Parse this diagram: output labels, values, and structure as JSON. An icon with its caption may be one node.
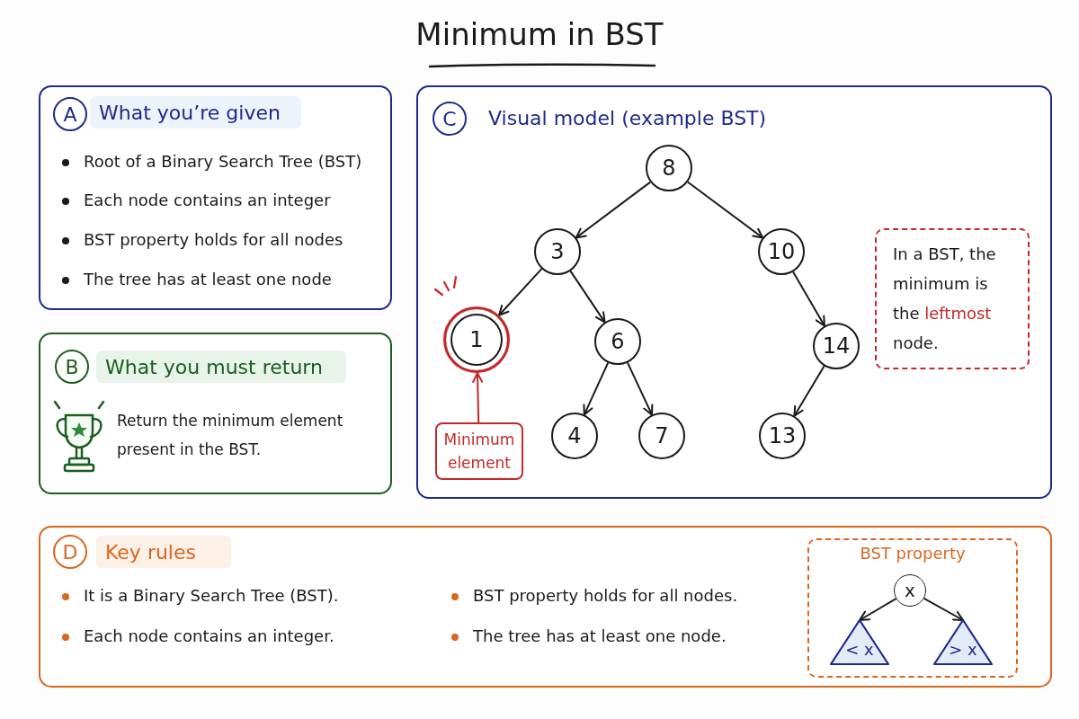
{
  "diagram": {
    "title": "Minimum in BST",
    "nodes": [
      {
        "text": [
          "What you’re given",
          "Root of a Binary Search Tree (BST)",
          "Each node contains an integer",
          "BST property holds for all nodes",
          "The tree has at least one node"
        ]
      },
      {
        "text": [
          "A"
        ],
        "in": 0
      },
      {
        "text": [
          "What you must return",
          "Return the minimum element present in the BST."
        ]
      },
      {
        "text": [
          "B"
        ],
        "in": 2
      },
      {
        "text": [
          "Visual model (example BST)"
        ]
      },
      {
        "text": [
          "C"
        ],
        "in": 4
      },
      {
        "text": [
          "8"
        ],
        "in": 4
      },
      {
        "text": [
          "3"
        ],
        "in": 4
      },
      {
        "text": [
          "10"
        ],
        "in": 4
      },
      {
        "text": [
          "1"
        ],
        "in": 4
      },
      {
        "text": [
          "6"
        ],
        "in": 4
      },
      {
        "text": [
          "14"
        ],
        "in": 4
      },
      {
        "text": [
          "4"
        ],
        "in": 4
      },
      {
        "text": [
          "7"
        ],
        "in": 4
      },
      {
        "text": [
          "13"
        ],
        "in": 4
      },
      {
        "text": [
          "Minimum element"
        ],
        "in": 4
      },
      {
        "text": [
          "In a BST, the minimum is the **leftmost** node."
        ],
        "in": 4
      },
      {
        "text": [
          "Key rules",
          "It is a Binary Search Tree (BST).",
          "Each node contains an integer.",
          "BST property holds for all nodes.",
          "The tree has at least one node."
        ]
      },
      {
        "text": [
          "D"
        ],
        "in": 17
      },
      {
        "text": [
          "BST property"
        ],
        "in": 17
      },
      {
        "text": [
          "x"
        ],
        "in": 19
      },
      {
        "text": [
          "< x"
        ],
        "in": 19
      },
      {
        "text": [
          "> x"
        ],
        "in": 19
      }
    ],
    "edges": [
      {
        "from": 6,
        "to": 7,
        "arrow": "to"
      },
      {
        "from": 6,
        "to": 8,
        "arrow": "to"
      },
      {
        "from": 7,
        "to": 9,
        "arrow": "to"
      },
      {
        "from": 7,
        "to": 10,
        "arrow": "to"
      },
      {
        "from": 8,
        "to": 11,
        "arrow": "to"
      },
      {
        "from": 10,
        "to": 12,
        "arrow": "to"
      },
      {
        "from": 10,
        "to": 13,
        "arrow": "to"
      },
      {
        "from": 11,
        "to": 14,
        "arrow": "to"
      },
      {
        "from": 15,
        "to": 9,
        "arrow": "to",
        "color": "#c62828"
      },
      {
        "from": 20,
        "to": 21,
        "arrow": "to"
      },
      {
        "from": 20,
        "to": 22,
        "arrow": "to"
      }
    ]
  }
}
